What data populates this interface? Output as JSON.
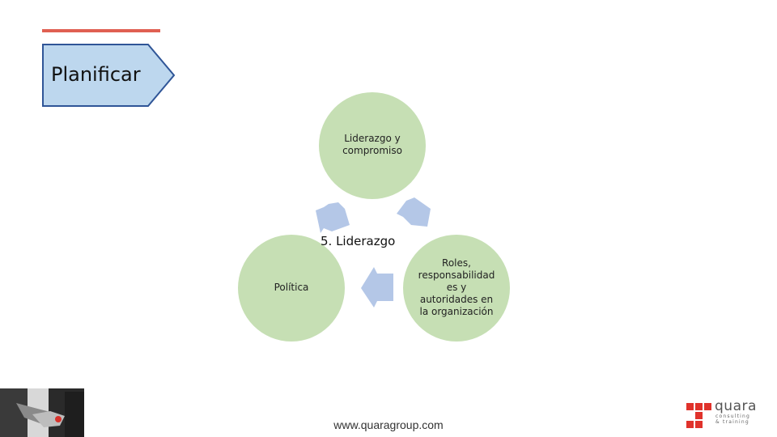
{
  "slide": {
    "title": "Planificar",
    "footer_url": "www.quaragroup.com"
  },
  "diagram": {
    "center_label": "5. Liderazgo",
    "nodes": [
      {
        "label_lines": [
          "Liderazgo y",
          "compromiso"
        ]
      },
      {
        "label_lines": [
          "Roles,",
          "responsabilidad",
          "es y",
          "autoridades en",
          "la organización"
        ]
      },
      {
        "label_lines": [
          "Política"
        ]
      }
    ]
  },
  "logo": {
    "word": "quara",
    "sub_lines": [
      "consulting",
      "& training"
    ]
  },
  "colors": {
    "accent_line": "#e06052",
    "title_fill": "#bdd7ee",
    "title_border": "#2f5597",
    "node_fill": "#c6dfb4",
    "arrow_fill": "#b4c7e7",
    "logo_red": "#e0322b"
  },
  "icons": {
    "photo": "handshake-photo",
    "logo": "quara-logo"
  }
}
